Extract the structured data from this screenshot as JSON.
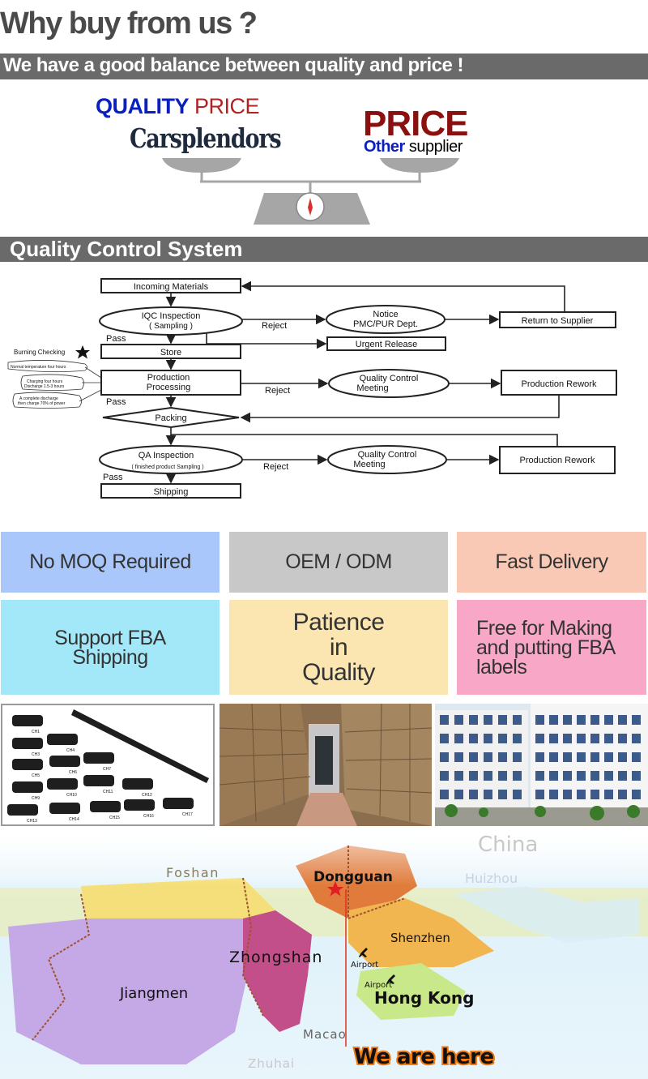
{
  "header": {
    "title": "Why buy from us ?",
    "balance_tagline": "We have a good balance between quality and price !"
  },
  "balance": {
    "left_word_1": "QUALITY",
    "left_word_2": "PRICE",
    "left_brand": "Carsplendors",
    "right_word": "PRICE",
    "right_sub_1": "Other",
    "right_sub_2": "supplier"
  },
  "qc": {
    "title": "Quality Control System",
    "nodes": {
      "incoming": "Incoming Materials",
      "iqc_1": "IQC Inspection",
      "iqc_2": "( Sampling )",
      "store": "Store",
      "production_1": "Production",
      "production_2": "Processing",
      "packing": "Packing",
      "qa_1": "QA Inspection",
      "qa_2": "( finished product Sampling )",
      "shipping": "Shipping",
      "notice_1": "Notice",
      "notice_2": "PMC/PUR Dept.",
      "urgent": "Urgent Release",
      "return": "Return to Supplier",
      "qcm1_1": "Quality Control",
      "qcm1_2": "Meeting",
      "rework1": "Production Rework",
      "qcm2_1": "Quality Control",
      "qcm2_2": "Meeting",
      "rework2": "Production Rework"
    },
    "labels": {
      "pass1": "Pass",
      "pass2": "Pass",
      "pass3": "Pass",
      "reject1": "Reject",
      "reject2": "Reject",
      "reject3": "Reject"
    },
    "side_notes": {
      "burning": "Burning Checking",
      "note1": "Normal temperature four hours",
      "note2_1": "Charging four hours",
      "note2_2": "Discharge 1.5-3 hours",
      "note3_1": "A complete discharge",
      "note3_2": "then charge 70% of power"
    }
  },
  "features": [
    {
      "label": "No MOQ Required",
      "color": "#a9c7fb"
    },
    {
      "label": "OEM / ODM",
      "color": "#c8c8c8"
    },
    {
      "label": "Fast Delivery",
      "color": "#fac9b5"
    },
    {
      "label": "Support FBA\nShipping",
      "color": "#a3e8f8"
    },
    {
      "label": "Patience\nin\nQuality",
      "color": "#fbe6b2"
    },
    {
      "label": "Free for Making\nand putting FBA\nlabels",
      "color": "#f8a8c6"
    }
  ],
  "products": {
    "codes": [
      "CH1",
      "CH3",
      "CH4",
      "CH5",
      "CH6",
      "CH7",
      "CH9",
      "CH10",
      "CH11",
      "CH12",
      "CH13",
      "CH14",
      "CH15",
      "CH16",
      "CH17"
    ]
  },
  "map": {
    "region_top": "China",
    "foshan": "Foshan",
    "huizhou": "Huizhou",
    "dongguan": "Dongguan",
    "shenzhen": "Shenzhen",
    "zhongshan": "Zhongshan",
    "jiangmen": "Jiangmen",
    "airport1": "Airport",
    "airport2": "Airport",
    "hongkong": "Hong Kong",
    "macao": "Macao",
    "zhuhai": "Zhuhai",
    "we_are_here": "We are here"
  },
  "colors": {
    "band": "#6a6a6a",
    "quality_blue": "#0a1fbf",
    "price_red": "#8b1010",
    "map_dongguan": "#e07b3c",
    "map_zhongshan": "#c24f8a",
    "map_jiangmen": "#c5a8e6",
    "map_foshan": "#f5df7a",
    "map_shenzhen": "#f2b650",
    "map_hongkong": "#c8e88a"
  }
}
